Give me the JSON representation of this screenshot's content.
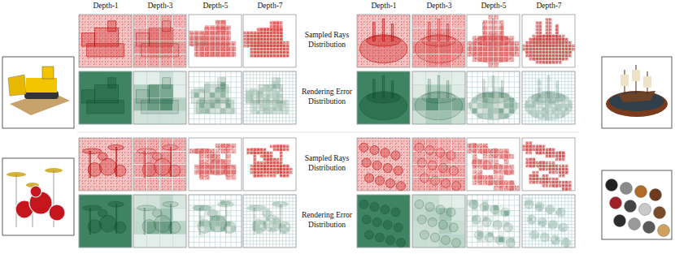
{
  "diagram": {
    "labels": [
      "Depth-1",
      "Depth-3",
      "Depth-5",
      "Depth-7",
      "Depth-1",
      "Depth-3",
      "Depth-5",
      "Depth-7",
      "Sampled Rays Distribution",
      "Rendering Error Distribution",
      "Sampled Rays Distribution",
      "Rendering Error Distribution"
    ]
  }
}
